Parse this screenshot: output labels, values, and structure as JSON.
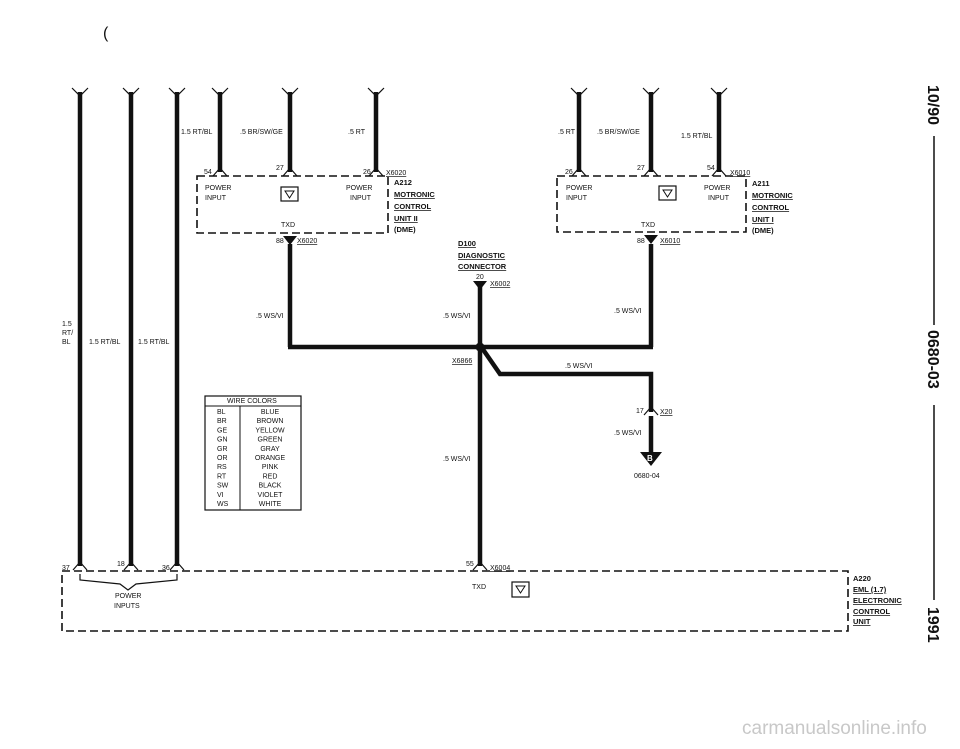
{
  "page_code": "10/90",
  "doc_number": "0680-03",
  "year": "1991",
  "watermark": "carmanualsonline.info",
  "modules": {
    "a212": {
      "id": "A212",
      "line1": "MOTRONIC",
      "line2": "CONTROL",
      "line3": "UNIT II",
      "line4": "(DME)",
      "connector_in": "X6020",
      "connector_out": "X6020",
      "power_input_left": [
        "POWER",
        "INPUT"
      ],
      "power_input_right": [
        "POWER",
        "INPUT"
      ],
      "txd": "TXD",
      "pins": [
        "54",
        "27",
        "26"
      ],
      "out_pin": "88",
      "wires": [
        ".5 BR/SW/GE",
        ".5 RT"
      ],
      "out_wire": ".5 WS/VI"
    },
    "a211": {
      "id": "A211",
      "line1": "MOTRONIC",
      "line2": "CONTROL",
      "line3": "UNIT I",
      "line4": "(DME)",
      "connector_in": "X6010",
      "connector_out": "X6010",
      "power_input_left": [
        "POWER",
        "INPUT"
      ],
      "power_input_right": [
        "POWER",
        "INPUT"
      ],
      "txd": "TXD",
      "pins": [
        "26",
        "27",
        "54"
      ],
      "out_pin": "88",
      "wires": [
        ".5 RT",
        ".5 BR/SW/GE",
        "1.5 RT/BL"
      ],
      "out_wire": ".5 WS/VI"
    },
    "a220": {
      "id": "A220",
      "line1": "EML (1.7)",
      "line2": "ELECTRONIC",
      "line3": "CONTROL",
      "line4": "UNIT",
      "connector": "X6004",
      "pins": [
        "37",
        "18",
        "36"
      ],
      "data_pin": "55",
      "power": "POWER",
      "inputs": "INPUTS",
      "txd": "TXD"
    }
  },
  "left_wires": {
    "w1": "1.5",
    "w2": "RT/",
    "w3": "BL",
    "w4": "1.5 RT/BL",
    "w5": "1.5 RT/BL"
  },
  "top_wire_left": "1.5 RT/BL",
  "diagnostic": {
    "id": "D100",
    "line1": "DIAGNOSTIC",
    "line2": "CONNECTOR",
    "pin": "20",
    "connector": "X6002",
    "wire": ".5 WS/VI"
  },
  "splice": {
    "id": "X6866"
  },
  "branch": {
    "wire": ".5 WS/VI",
    "pin": "17",
    "connector": "X20",
    "wire2": ".5 WS/VI",
    "ref_letter": "B",
    "ref_page": "0680-04"
  },
  "center_wire_lower": ".5 WS/VI",
  "wire_colors": {
    "title": "WIRE COLORS",
    "rows": [
      {
        "code": "BL",
        "name": "BLUE"
      },
      {
        "code": "BR",
        "name": "BROWN"
      },
      {
        "code": "GE",
        "name": "YELLOW"
      },
      {
        "code": "GN",
        "name": "GREEN"
      },
      {
        "code": "GR",
        "name": "GRAY"
      },
      {
        "code": "OR",
        "name": "ORANGE"
      },
      {
        "code": "RS",
        "name": "PINK"
      },
      {
        "code": "RT",
        "name": "RED"
      },
      {
        "code": "SW",
        "name": "BLACK"
      },
      {
        "code": "VI",
        "name": "VIOLET"
      },
      {
        "code": "WS",
        "name": "WHITE"
      }
    ]
  },
  "mark": "("
}
